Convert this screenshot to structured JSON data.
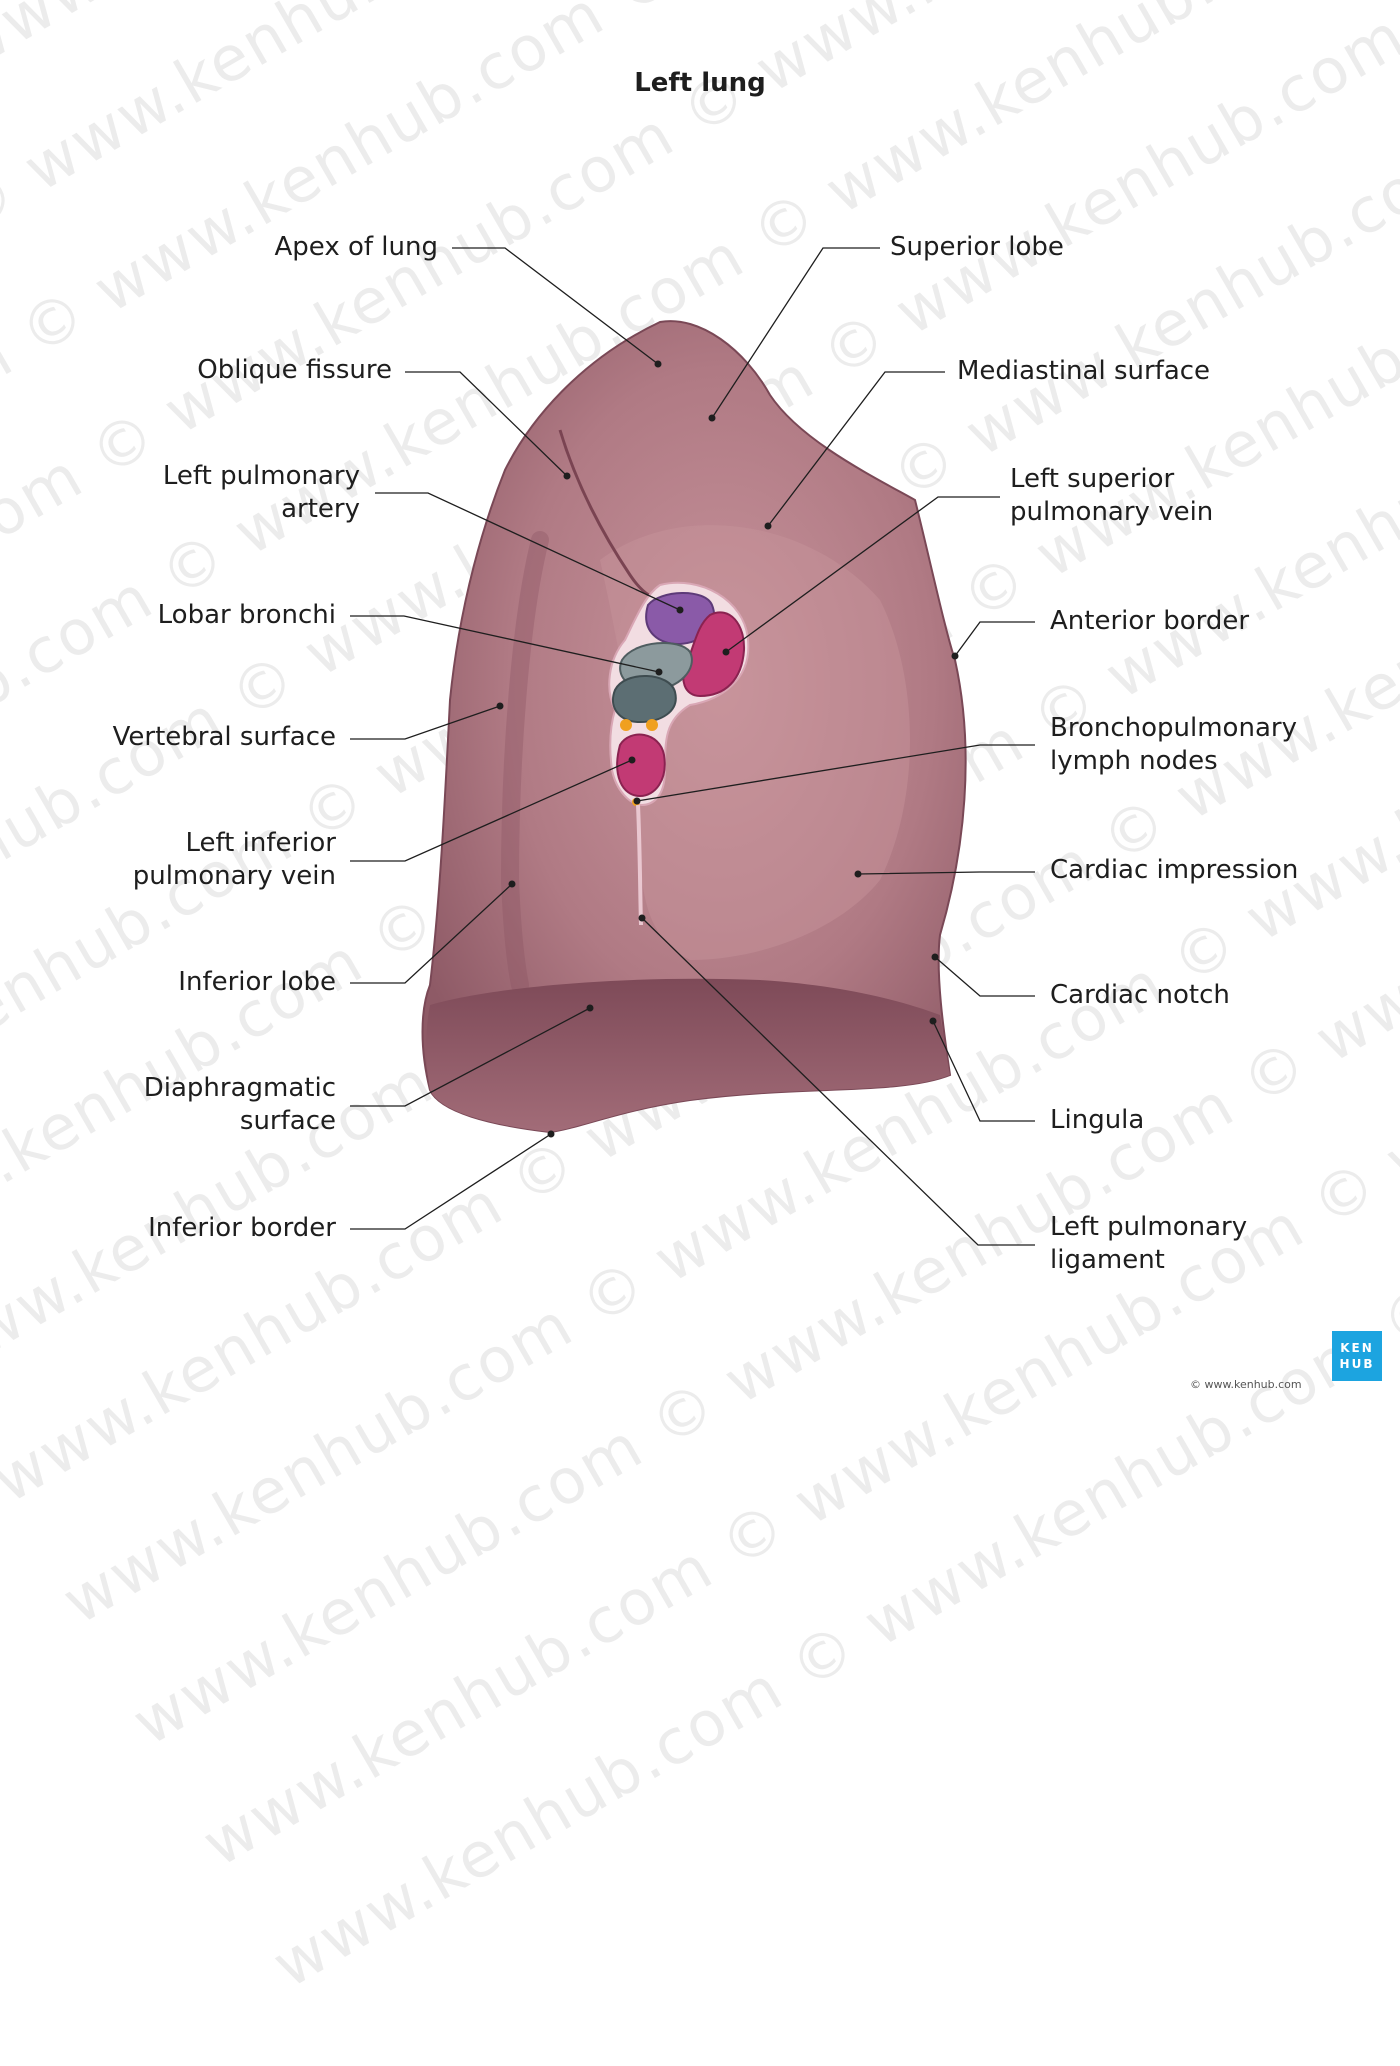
{
  "title": "Left lung",
  "labels": {
    "apex": "Apex of lung",
    "oblique_fissure": "Oblique fissure",
    "left_pulmonary_artery": [
      "Left pulmonary",
      "artery"
    ],
    "lobar_bronchi": "Lobar bronchi",
    "vertebral_surface": "Vertebral surface",
    "left_inferior_pulmonary_vein": [
      "Left inferior",
      "pulmonary vein"
    ],
    "inferior_lobe": "Inferior lobe",
    "diaphragmatic_surface": [
      "Diaphragmatic",
      "surface"
    ],
    "inferior_border": "Inferior border",
    "superior_lobe": "Superior lobe",
    "mediastinal_surface": "Mediastinal surface",
    "left_superior_pulmonary_vein": [
      "Left superior",
      "pulmonary vein"
    ],
    "anterior_border": "Anterior border",
    "bronchopulmonary_lymph_nodes": [
      "Bronchopulmonary",
      "lymph nodes"
    ],
    "cardiac_impression": "Cardiac impression",
    "cardiac_notch": "Cardiac notch",
    "lingula": "Lingula",
    "left_pulmonary_ligament": [
      "Left pulmonary",
      "ligament"
    ]
  },
  "watermark_text": "www.kenhub.com ©",
  "logo": [
    "KEN",
    "HUB"
  ],
  "copyright": "© www.kenhub.com",
  "colors": {
    "lung": "#b07a84",
    "lung_dark": "#8e5a66",
    "artery": "#8a5aa8",
    "vein": "#c23a74",
    "bronchi": "#6e7f84",
    "lymph": "#f0a020",
    "leader": "#1e1e1e",
    "brand": "#1ca4e0"
  }
}
